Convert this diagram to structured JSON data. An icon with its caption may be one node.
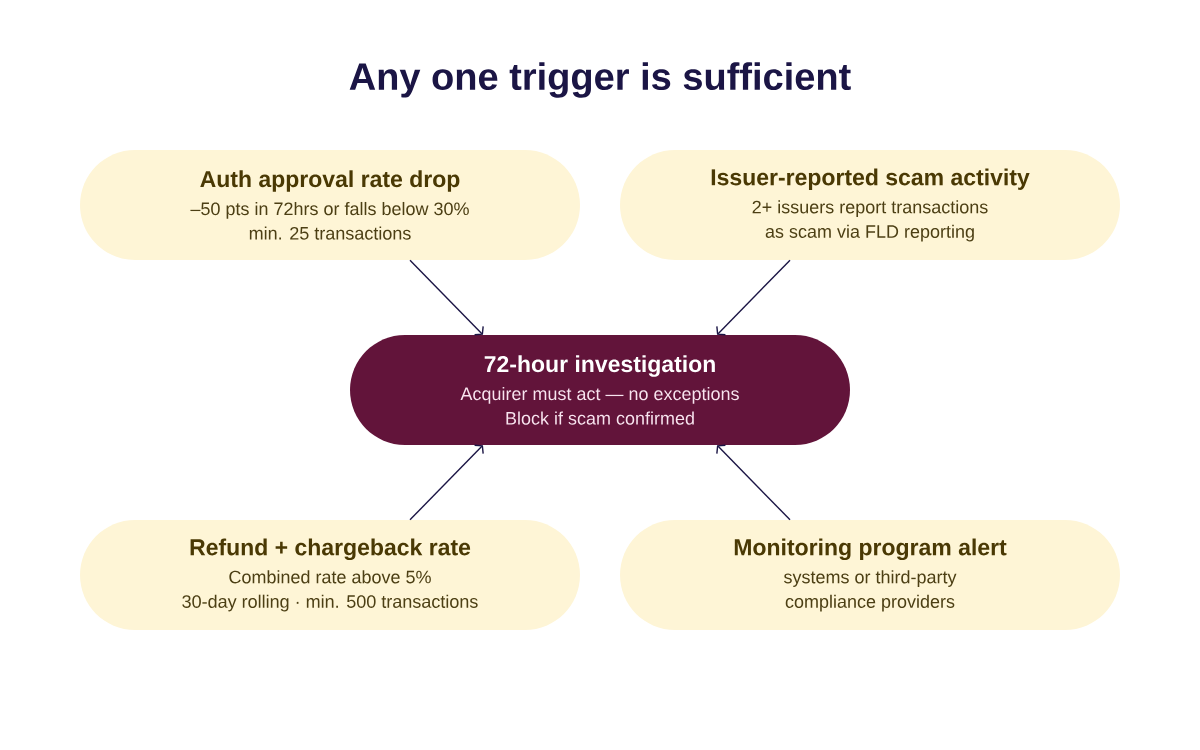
{
  "diagram": {
    "title": "Any one trigger is sufficient",
    "nodes": [
      {
        "text": [
          "Auth approval rate drop",
          "–50 pts in 72hrs or falls below 30%",
          "min. 25 transactions"
        ]
      },
      {
        "text": [
          "Issuer-reported scam activity",
          "2+ issuers report transactions as scam via FLD reporting"
        ]
      },
      {
        "text": [
          "72-hour investigation",
          "Acquirer must act — no exceptions",
          "Block if scam confirmed"
        ]
      },
      {
        "text": [
          "Refund + chargeback rate",
          "Combined rate above 5%",
          "30-day rolling · min. 500 transactions"
        ]
      },
      {
        "text": [
          "Monitoring program alert",
          "systems or third-party compliance providers"
        ]
      }
    ],
    "edges": [
      {
        "from": 0,
        "to": 2,
        "arrow": "to"
      },
      {
        "from": 1,
        "to": 2,
        "arrow": "to"
      },
      {
        "from": 3,
        "to": 2,
        "arrow": "to"
      },
      {
        "from": 4,
        "to": 2,
        "arrow": "to"
      }
    ]
  }
}
